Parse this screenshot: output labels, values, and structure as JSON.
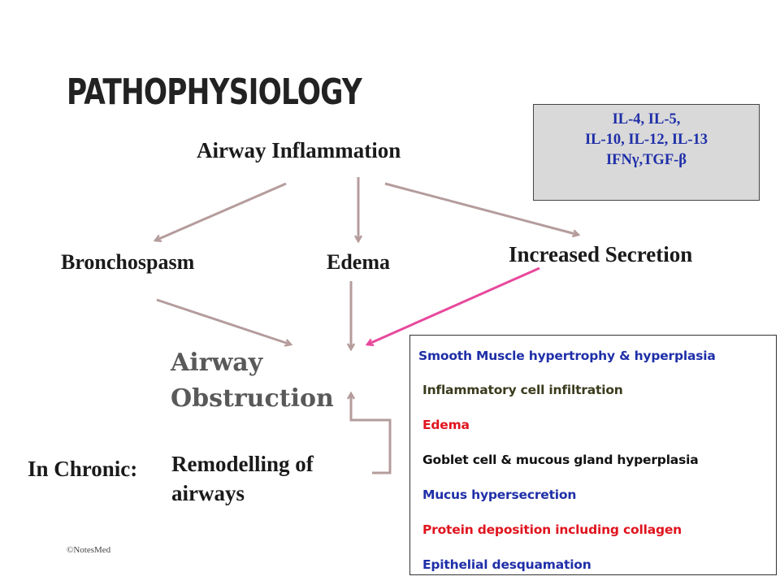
{
  "title": "PATHOPHYSIOLOGY",
  "nodes": {
    "airway_inflammation": "Airway Inflammation",
    "bronchospasm": "Bronchospasm",
    "edema": "Edema",
    "increased_secretion": "Increased Secretion",
    "obstruction_line1": "Airway",
    "obstruction_line2": "Obstruction",
    "in_chronic": "In Chronic:",
    "remodelling_line1": "Remodelling of",
    "remodelling_line2": "airways"
  },
  "cytokines": {
    "lines": [
      "IL-4, IL-5,",
      "IL-10, IL-12, IL-13",
      "IFNγ,TGF-β"
    ],
    "text_color": "#1f2fa8",
    "background": "#d9d9d9"
  },
  "remodelling_features": [
    {
      "text": "Smooth Muscle hypertrophy & hyperplasia",
      "color": "#1f2fa8"
    },
    {
      "text": "Inflammatory cell infiltration",
      "color": "#3b3b1e"
    },
    {
      "text": "Edema",
      "color": "#e0141e"
    },
    {
      "text": "Goblet cell & mucous gland hyperplasia",
      "color": "#111111"
    },
    {
      "text": "Mucus hypersecretion",
      "color": "#1f2fa8"
    },
    {
      "text": "Protein deposition including collagen",
      "color": "#e0141e"
    },
    {
      "text": "Epithelial desquamation",
      "color": "#1f2fa8"
    }
  ],
  "colors": {
    "arrow": "#b59c9c",
    "highlight_arrow": "#e8489c",
    "heading": "#222222",
    "obstruction": "#595959"
  },
  "credit": "©NotesMed"
}
